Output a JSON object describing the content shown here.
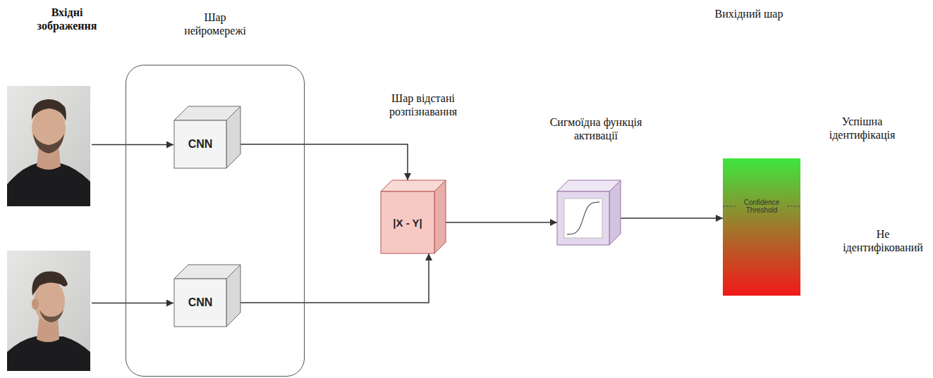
{
  "diagram": {
    "nodes": [
      {
        "text": [
          "Шар нейромережі"
        ]
      },
      {
        "text": [
          "CNN"
        ],
        "in": 0
      },
      {
        "text": [
          "CNN"
        ],
        "in": 0
      },
      {
        "text": [
          "Шар відстані розпізнавання",
          "|X - Y|"
        ]
      },
      {
        "text": [
          "Сигмоїдна функція активації"
        ]
      },
      {
        "text": [
          "Вихідний шар",
          "Confidence Threshold"
        ]
      }
    ],
    "edges": [
      {
        "from": 1,
        "to": 3,
        "arrow": "to"
      },
      {
        "from": 2,
        "to": 3,
        "arrow": "to"
      },
      {
        "from": 3,
        "to": 4,
        "arrow": "to"
      },
      {
        "from": 4,
        "to": 5,
        "arrow": "to"
      }
    ],
    "labels": [
      "Вхідні зображення",
      "Успішна ідентифікація",
      "Не ідентифікований"
    ]
  }
}
